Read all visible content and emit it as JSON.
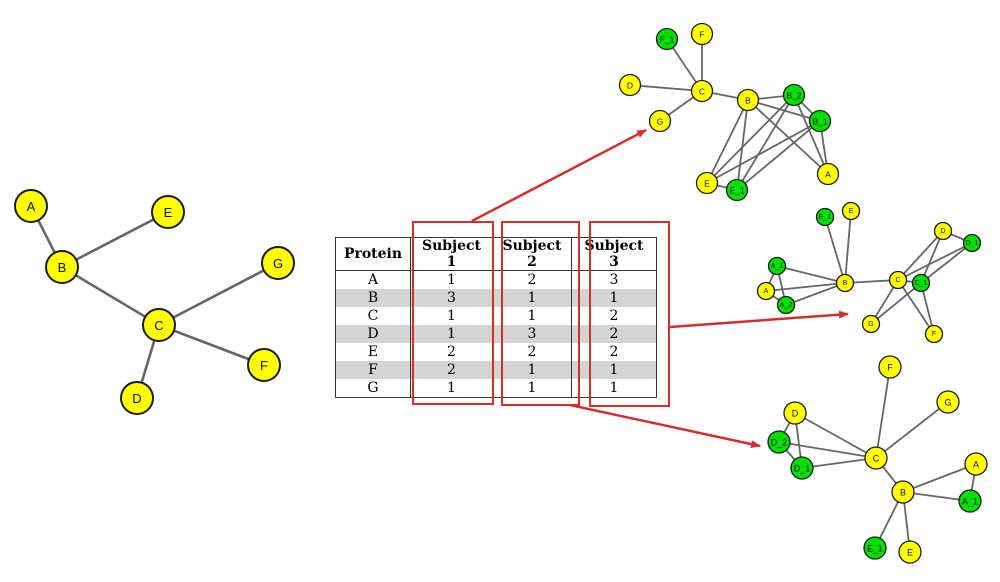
{
  "colors": {
    "node_fill": "#ffff00",
    "duplicate_fill": "#00e000",
    "node_stroke": "#1a1a1a",
    "edge": "#666666",
    "highlight": "#d32f2f",
    "row_stripe": "#d4d4d4"
  },
  "table": {
    "headers": [
      "Protein",
      "Subject 1",
      "Subject 2",
      "Subject 3"
    ],
    "rows": [
      [
        "A",
        "1",
        "2",
        "3"
      ],
      [
        "B",
        "3",
        "1",
        "1"
      ],
      [
        "C",
        "1",
        "1",
        "2"
      ],
      [
        "D",
        "1",
        "3",
        "2"
      ],
      [
        "E",
        "2",
        "2",
        "2"
      ],
      [
        "F",
        "2",
        "1",
        "1"
      ],
      [
        "G",
        "1",
        "1",
        "1"
      ]
    ]
  },
  "networks": {
    "base": {
      "nodes": [
        {
          "id": "A",
          "label": "A",
          "dup": false
        },
        {
          "id": "B",
          "label": "B",
          "dup": false
        },
        {
          "id": "C",
          "label": "C",
          "dup": false
        },
        {
          "id": "D",
          "label": "D",
          "dup": false
        },
        {
          "id": "E",
          "label": "E",
          "dup": false
        },
        {
          "id": "F",
          "label": "F",
          "dup": false
        },
        {
          "id": "G",
          "label": "G",
          "dup": false
        }
      ],
      "edges": [
        [
          "A",
          "B"
        ],
        [
          "B",
          "E"
        ],
        [
          "B",
          "C"
        ],
        [
          "C",
          "G"
        ],
        [
          "C",
          "F"
        ],
        [
          "C",
          "D"
        ]
      ]
    },
    "subject1": {
      "nodes": [
        {
          "id": "F_1",
          "label": "F_1",
          "dup": true
        },
        {
          "id": "F",
          "label": "F",
          "dup": false
        },
        {
          "id": "D",
          "label": "D",
          "dup": false
        },
        {
          "id": "C",
          "label": "C",
          "dup": false
        },
        {
          "id": "G",
          "label": "G",
          "dup": false
        },
        {
          "id": "B",
          "label": "B",
          "dup": false
        },
        {
          "id": "B_2",
          "label": "B_2",
          "dup": true
        },
        {
          "id": "B_1",
          "label": "B_1",
          "dup": true
        },
        {
          "id": "E",
          "label": "E",
          "dup": false
        },
        {
          "id": "E_1",
          "label": "E_1",
          "dup": true
        },
        {
          "id": "A",
          "label": "A",
          "dup": false
        }
      ],
      "edges": [
        [
          "C",
          "F_1"
        ],
        [
          "C",
          "F"
        ],
        [
          "C",
          "D"
        ],
        [
          "C",
          "G"
        ],
        [
          "C",
          "B"
        ],
        [
          "B",
          "B_2"
        ],
        [
          "B",
          "B_1"
        ],
        [
          "B_2",
          "B_1"
        ],
        [
          "B",
          "E"
        ],
        [
          "B",
          "E_1"
        ],
        [
          "B",
          "A"
        ],
        [
          "B_2",
          "E"
        ],
        [
          "B_2",
          "E_1"
        ],
        [
          "B_2",
          "A"
        ],
        [
          "B_1",
          "E"
        ],
        [
          "B_1",
          "E_1"
        ],
        [
          "B_1",
          "A"
        ],
        [
          "E",
          "E_1"
        ]
      ]
    },
    "subject2": {
      "nodes": [
        {
          "id": "E_1",
          "label": "E_1",
          "dup": true
        },
        {
          "id": "E",
          "label": "E",
          "dup": false
        },
        {
          "id": "A_1",
          "label": "A_1",
          "dup": true
        },
        {
          "id": "A",
          "label": "A",
          "dup": false
        },
        {
          "id": "A_2",
          "label": "A_2",
          "dup": true
        },
        {
          "id": "B",
          "label": "B",
          "dup": false
        },
        {
          "id": "C",
          "label": "C",
          "dup": false
        },
        {
          "id": "C_1",
          "label": "C_1",
          "dup": true
        },
        {
          "id": "D",
          "label": "D",
          "dup": false
        },
        {
          "id": "D_1",
          "label": "D_1",
          "dup": true
        },
        {
          "id": "G",
          "label": "G",
          "dup": false
        },
        {
          "id": "F",
          "label": "F",
          "dup": false
        }
      ],
      "edges": [
        [
          "B",
          "E_1"
        ],
        [
          "B",
          "E"
        ],
        [
          "B",
          "A_1"
        ],
        [
          "B",
          "A"
        ],
        [
          "B",
          "A_2"
        ],
        [
          "A_1",
          "A"
        ],
        [
          "A_1",
          "A_2"
        ],
        [
          "A",
          "A_2"
        ],
        [
          "B",
          "C"
        ],
        [
          "C",
          "C_1"
        ],
        [
          "C",
          "D"
        ],
        [
          "C",
          "D_1"
        ],
        [
          "C_1",
          "D"
        ],
        [
          "C_1",
          "D_1"
        ],
        [
          "D",
          "D_1"
        ],
        [
          "C",
          "G"
        ],
        [
          "C_1",
          "G"
        ],
        [
          "C",
          "F"
        ],
        [
          "C_1",
          "F"
        ]
      ]
    },
    "subject3": {
      "nodes": [
        {
          "id": "F",
          "label": "F",
          "dup": false
        },
        {
          "id": "D",
          "label": "D",
          "dup": false
        },
        {
          "id": "G",
          "label": "G",
          "dup": false
        },
        {
          "id": "D_2",
          "label": "D_2",
          "dup": true
        },
        {
          "id": "C",
          "label": "C",
          "dup": false
        },
        {
          "id": "D_1",
          "label": "D_1",
          "dup": true
        },
        {
          "id": "A",
          "label": "A",
          "dup": false
        },
        {
          "id": "B",
          "label": "B",
          "dup": false
        },
        {
          "id": "A_1",
          "label": "A_1",
          "dup": true
        },
        {
          "id": "E_1",
          "label": "E_1",
          "dup": true
        },
        {
          "id": "E",
          "label": "E",
          "dup": false
        }
      ],
      "edges": [
        [
          "C",
          "F"
        ],
        [
          "C",
          "G"
        ],
        [
          "C",
          "D"
        ],
        [
          "C",
          "D_2"
        ],
        [
          "C",
          "D_1"
        ],
        [
          "D",
          "D_2"
        ],
        [
          "D",
          "D_1"
        ],
        [
          "D_2",
          "D_1"
        ],
        [
          "C",
          "B"
        ],
        [
          "B",
          "A"
        ],
        [
          "B",
          "A_1"
        ],
        [
          "A",
          "A_1"
        ],
        [
          "B",
          "E_1"
        ],
        [
          "B",
          "E"
        ]
      ]
    }
  }
}
